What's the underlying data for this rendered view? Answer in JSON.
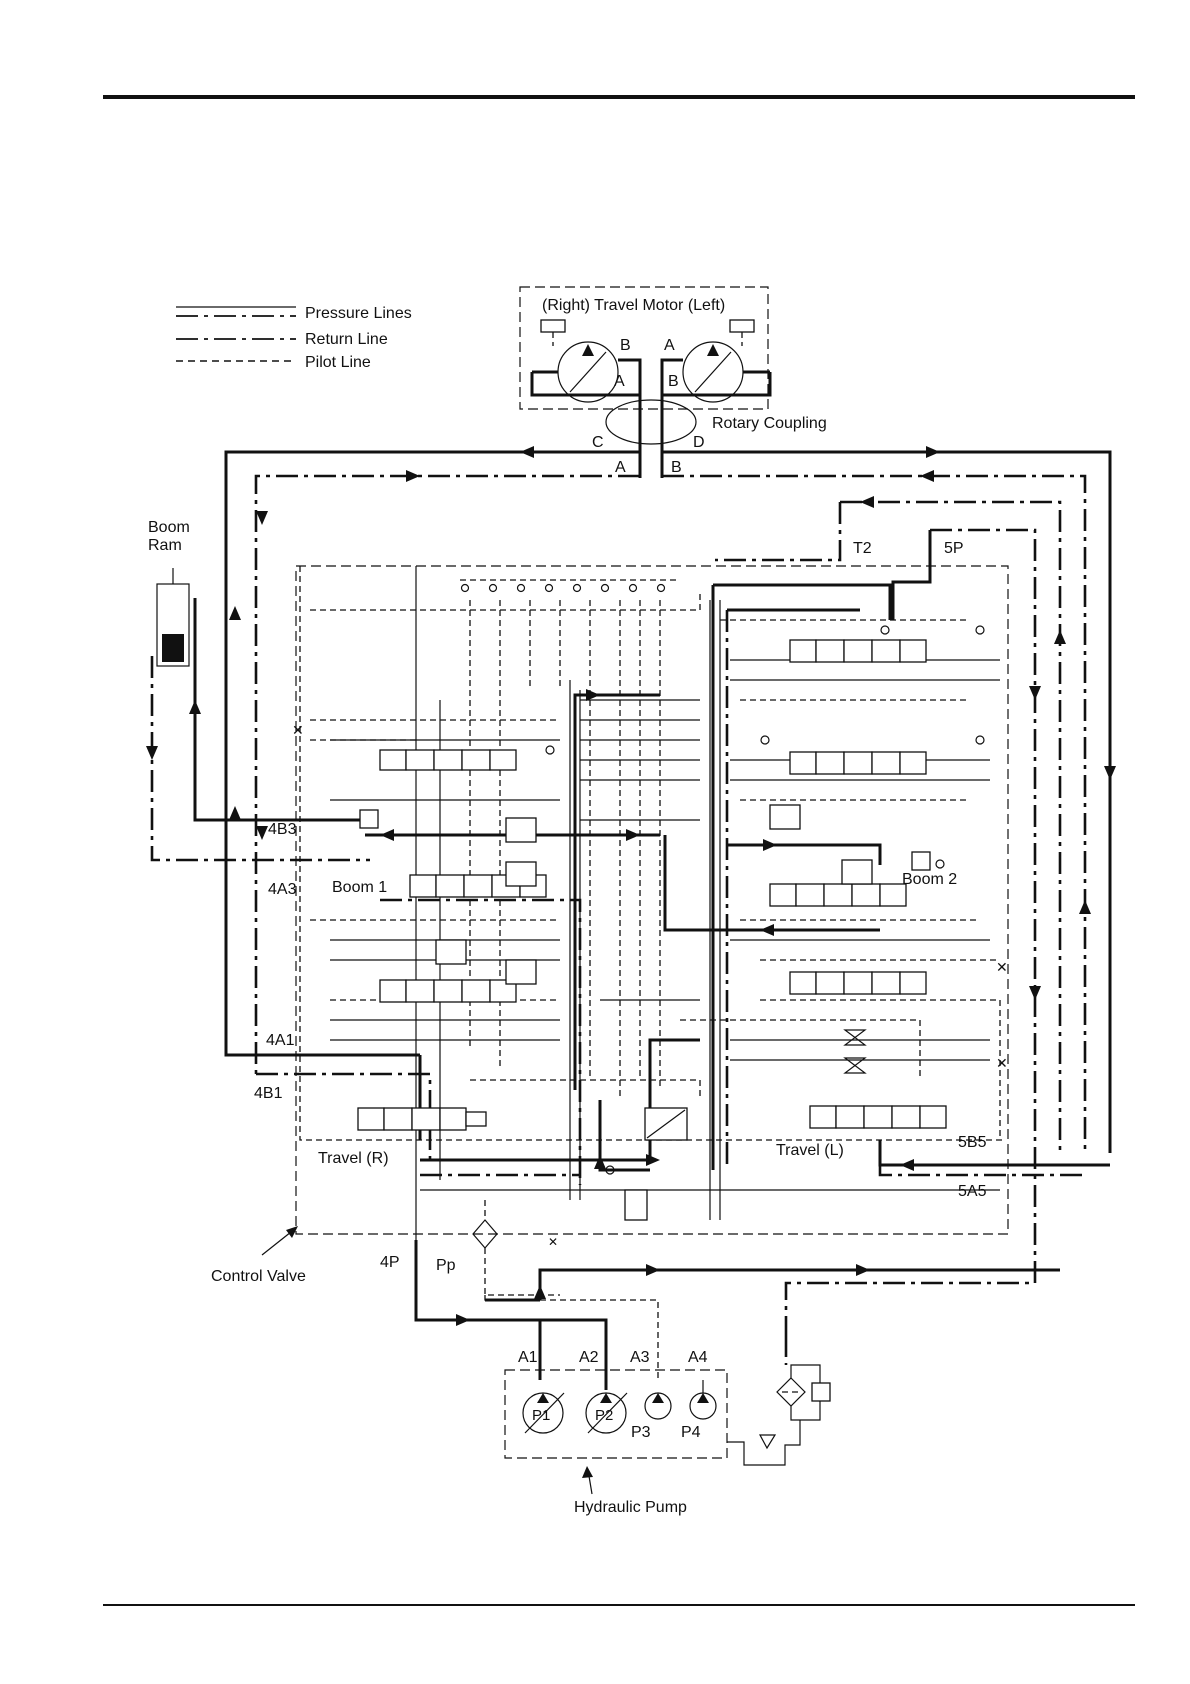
{
  "legend": {
    "pressure": "Pressure Lines",
    "return": "Return Line",
    "pilot": "Pilot Line"
  },
  "labels": {
    "travel_motor": "(Right) Travel Motor (Left)",
    "rotary_coupling": "Rotary Coupling",
    "boom_ram": [
      "Boom",
      "Ram"
    ],
    "port_4b3": "4B3",
    "port_4a3": "4A3",
    "boom1": "Boom 1",
    "boom2": "Boom 2",
    "port_4a1": "4A1",
    "port_4b1": "4B1",
    "travel_r": "Travel (R)",
    "travel_l": "Travel (L)",
    "control_valve": "Control Valve",
    "port_4p": "4P",
    "port_pp": "Pp",
    "port_5b5": "5B5",
    "port_5a5": "5A5",
    "port_t2": "T2",
    "port_5p": "5P",
    "hydraulic_pump": "Hydraulic Pump",
    "motor_ports": {
      "b_left": "B",
      "a_left": "A",
      "a_right": "A",
      "b_right": "B"
    },
    "coupling_ports": {
      "c": "C",
      "d": "D",
      "a": "A",
      "b": "B"
    },
    "pump_ports": [
      "A1",
      "A2",
      "A3",
      "A4"
    ],
    "pumps": [
      "P1",
      "P2",
      "P3",
      "P4"
    ]
  }
}
